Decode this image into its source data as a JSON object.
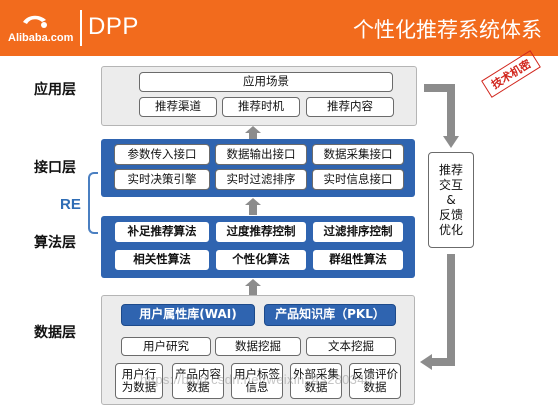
{
  "header": {
    "logo_text": "Alibaba.com",
    "brand": "DPP",
    "title": "个性化推荐系统体系"
  },
  "layers": {
    "app": "应用层",
    "interface": "接口层",
    "algorithm": "算法层",
    "data": "数据层"
  },
  "re_label": "RE",
  "app_layer": {
    "scene": "应用场景",
    "items": [
      "推荐渠道",
      "推荐时机",
      "推荐内容"
    ]
  },
  "interface_layer": {
    "row1": [
      "参数传入接口",
      "数据输出接口",
      "数据采集接口"
    ],
    "row2": [
      "实时决策引擎",
      "实时过滤排序",
      "实时信息接口"
    ]
  },
  "algorithm_layer": {
    "row1": [
      "补足推荐算法",
      "过度推荐控制",
      "过滤排序控制"
    ],
    "row2": [
      "相关性算法",
      "个性化算法",
      "群组性算法"
    ]
  },
  "data_layer": {
    "libs": [
      "用户属性库(WAI)",
      "产品知识库（PKL）"
    ],
    "methods": [
      "用户研究",
      "数据挖掘",
      "文本挖掘"
    ],
    "sources": [
      "用户行为数据",
      "产品内容数据",
      "用户标签信息",
      "外部采集数据",
      "反馈评价数据"
    ]
  },
  "feedback": {
    "lines": [
      "推荐",
      "交互",
      "&",
      "反馈",
      "优化"
    ]
  },
  "stamp": "技术机密",
  "watermark": "https://blog.csdn.net/weixin_43280340",
  "colors": {
    "header": "#f26b1d",
    "panel_blue": "#2f64b0",
    "stamp_red": "#d1261d"
  }
}
